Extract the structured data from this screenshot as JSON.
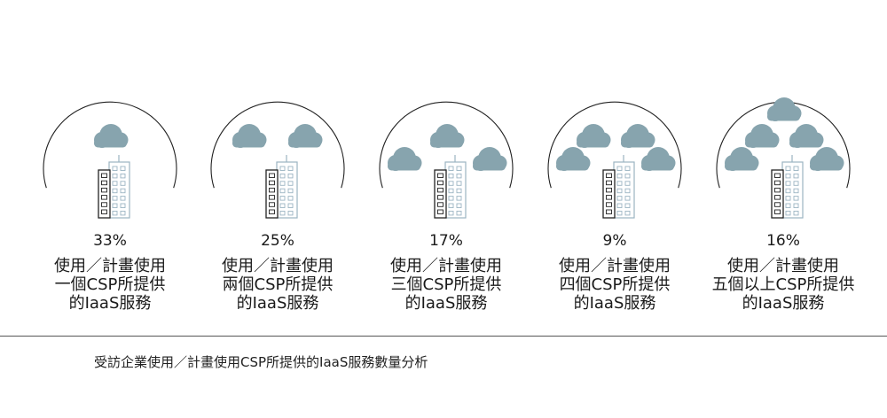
{
  "chart_data": {
    "type": "pictogram",
    "unit": "%",
    "categories": [
      [
        "使用／計畫使用",
        "一個CSP所提供",
        "的IaaS服務"
      ],
      [
        "使用／計畫使用",
        "兩個CSP所提供",
        "的IaaS服務"
      ],
      [
        "使用／計畫使用",
        "三個CSP所提供",
        "的IaaS服務"
      ],
      [
        "使用／計畫使用",
        "四個CSP所提供",
        "的IaaS服務"
      ],
      [
        "使用／計畫使用",
        "五個以上CSP所提供",
        "的IaaS服務"
      ]
    ],
    "cloud_counts": [
      1,
      2,
      3,
      4,
      5
    ],
    "values": [
      33,
      25,
      17,
      9,
      16
    ],
    "value_labels": [
      "33%",
      "25%",
      "17%",
      "9%",
      "16%"
    ],
    "caption": "受訪企業使用／計畫使用CSP所提供的IaaS服務數量分析"
  },
  "colors": {
    "cloud": "#87a4ae",
    "line": "#222222",
    "building_blue": "#9bb4c2",
    "rule": "#555555"
  }
}
